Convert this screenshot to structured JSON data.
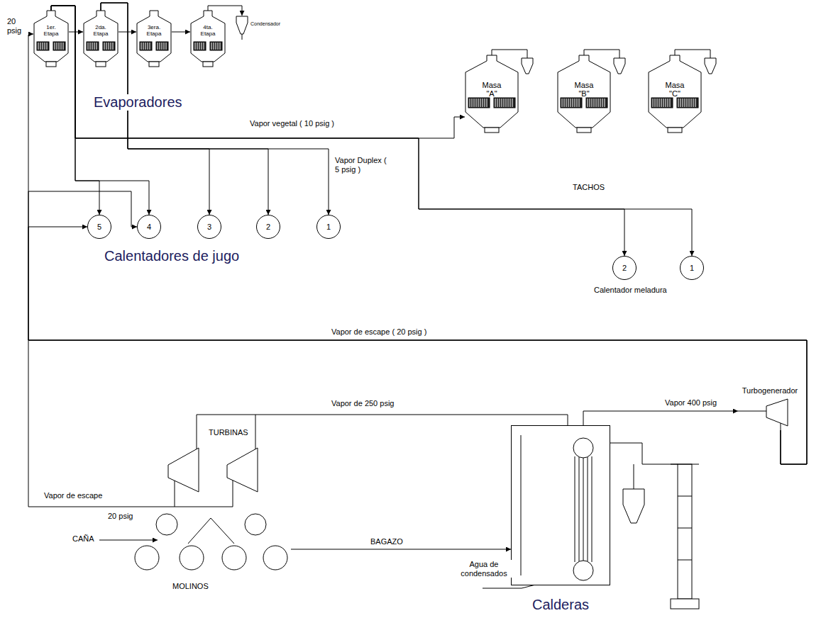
{
  "diagram": {
    "nodes": [
      {
        "text": [
          "1er. Etapa"
        ]
      },
      {
        "text": [
          "2da. Etapa"
        ]
      },
      {
        "text": [
          "3era. Etapa"
        ]
      },
      {
        "text": [
          "4ta. Etapa"
        ]
      },
      {
        "text": [
          "Masa \"A\""
        ]
      },
      {
        "text": [
          "Masa \"B\""
        ]
      },
      {
        "text": [
          "Masa \"C\""
        ]
      },
      {
        "text": [
          "5"
        ]
      },
      {
        "text": [
          "4"
        ]
      },
      {
        "text": [
          "3"
        ]
      },
      {
        "text": [
          "2"
        ]
      },
      {
        "text": [
          "1"
        ]
      },
      {
        "text": [
          "2"
        ]
      },
      {
        "text": [
          "1"
        ]
      },
      {
        "text": [
          "Turbogenerador"
        ]
      },
      {
        "text": [
          "Calderas"
        ]
      },
      {
        "text": [
          "MOLINOS"
        ]
      }
    ],
    "edges": [
      {
        "from": 0,
        "to": 1,
        "arrow": "to"
      },
      {
        "from": 1,
        "to": 2,
        "arrow": "to"
      },
      {
        "from": 2,
        "to": 3,
        "arrow": "to"
      },
      {
        "from": 0,
        "to": 4,
        "label": "Vapor vegetal ( 10 psig )",
        "arrow": "to"
      },
      {
        "from": 0,
        "to": 12,
        "arrow": "to"
      },
      {
        "from": 0,
        "to": 13,
        "arrow": "to"
      },
      {
        "from": 0,
        "to": 7,
        "arrow": "to"
      },
      {
        "from": 0,
        "to": 8,
        "arrow": "to"
      },
      {
        "from": 1,
        "to": 9,
        "arrow": "to"
      },
      {
        "from": 1,
        "to": 10,
        "arrow": "to"
      },
      {
        "from": 1,
        "to": 11,
        "label": "Vapor Duplex ( 5 psig )",
        "arrow": "to"
      },
      {
        "from": 14,
        "to": 0,
        "label": "Vapor de escape ( 20 psig )",
        "arrow": "to"
      },
      {
        "from": 14,
        "to": 7,
        "arrow": "to"
      },
      {
        "from": 14,
        "to": 8,
        "arrow": "to"
      },
      {
        "from": 15,
        "to": 14,
        "label": "Vapor 400 psig",
        "arrow": "to"
      },
      {
        "from": 16,
        "to": 15,
        "label": "BAGAZO",
        "arrow": "to"
      }
    ],
    "labels": [
      "20 psig",
      "Evaporadores",
      "Condensador",
      "TACHOS",
      "Calentadores de jugo",
      "Calentador meladura",
      "Vapor de 250 psig",
      "TURBINAS",
      "Vapor de escape",
      "20 psig",
      "CAÑA",
      "Agua de condensados"
    ]
  }
}
